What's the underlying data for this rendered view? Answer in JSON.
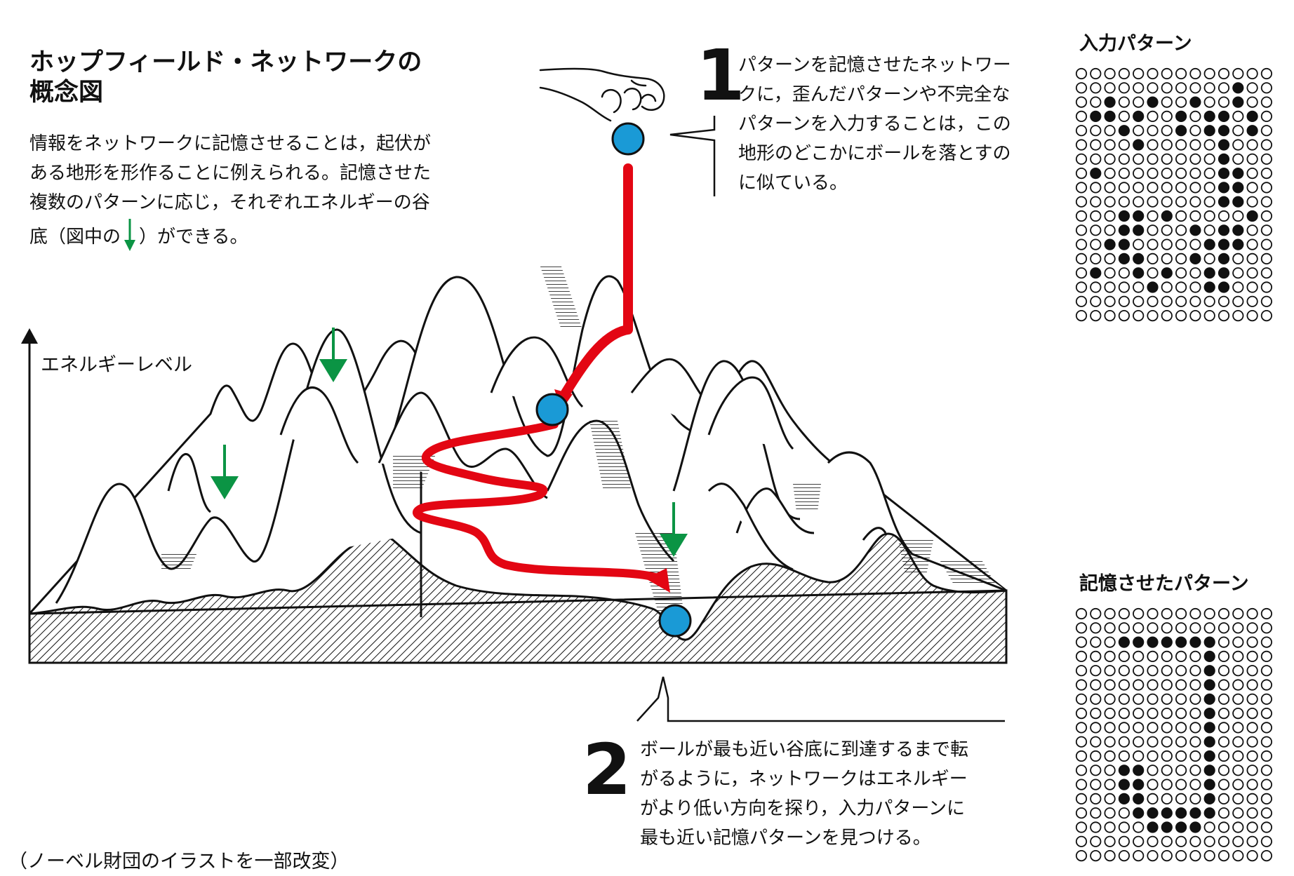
{
  "title": {
    "lines": [
      "ホップフィールド・ネットワークの",
      "概念図"
    ]
  },
  "intro": {
    "lines": [
      "情報をネットワークに記憶させることは，起伏が",
      "ある地形を形作ることに例えられる。記憶させた",
      "複数のパターンに応じ，それぞれエネルギーの谷"
    ],
    "last_line_before_icon": "底（図中の",
    "last_line_after_icon": "）ができる。"
  },
  "step1": {
    "number": "1",
    "lines": [
      "パターンを記憶させたネットワー",
      "クに，歪んだパターンや不完全な",
      "パターンを入力することは，この",
      "地形のどこかにボールを落とすの",
      "に似ている。"
    ]
  },
  "step2": {
    "number": "2",
    "lines": [
      "ボールが最も近い谷底に到達するまで転",
      "がるように，ネットワークはエネルギー",
      "がより低い方向を探り，入力パターンに",
      "最も近い記憶パターンを見つける。"
    ]
  },
  "axis": {
    "label": "エネルギーレベル"
  },
  "input_pattern": {
    "title": "入力パターン",
    "rows": [
      "00000000000000",
      "00000000000100",
      "00100100100100",
      "01101001011010",
      "00010001011010",
      "00001000001000",
      "00000000001000",
      "01000000001100",
      "00000000001100",
      "00000000001100",
      "00011010000010",
      "00011000101100",
      "00110000011100",
      "00011000101000",
      "01001010011000",
      "00000100011000",
      "00000000000000",
      "00000000000000"
    ]
  },
  "stored_pattern": {
    "title": "記憶させたパターン",
    "rows": [
      "00000000000000",
      "00000000000000",
      "00011111110000",
      "00000000010000",
      "00000000010000",
      "00000000010000",
      "00000000010000",
      "00000000010000",
      "00000000010000",
      "00000000010000",
      "00000000010000",
      "00011000010000",
      "00011000010000",
      "00011000010000",
      "00001111110000",
      "00000111100000",
      "00000000000000",
      "00000000000000"
    ]
  },
  "credit": "（ノーベル財団のイラストを一部改変）",
  "colors": {
    "ball": "#1a9ad6",
    "path": "#e30613",
    "valley_arrow": "#0b9444",
    "ink": "#111111"
  },
  "icons": {
    "hand": "hand-icon",
    "ball": "ball-icon",
    "valley_arrow": "green-down-arrow-icon"
  }
}
